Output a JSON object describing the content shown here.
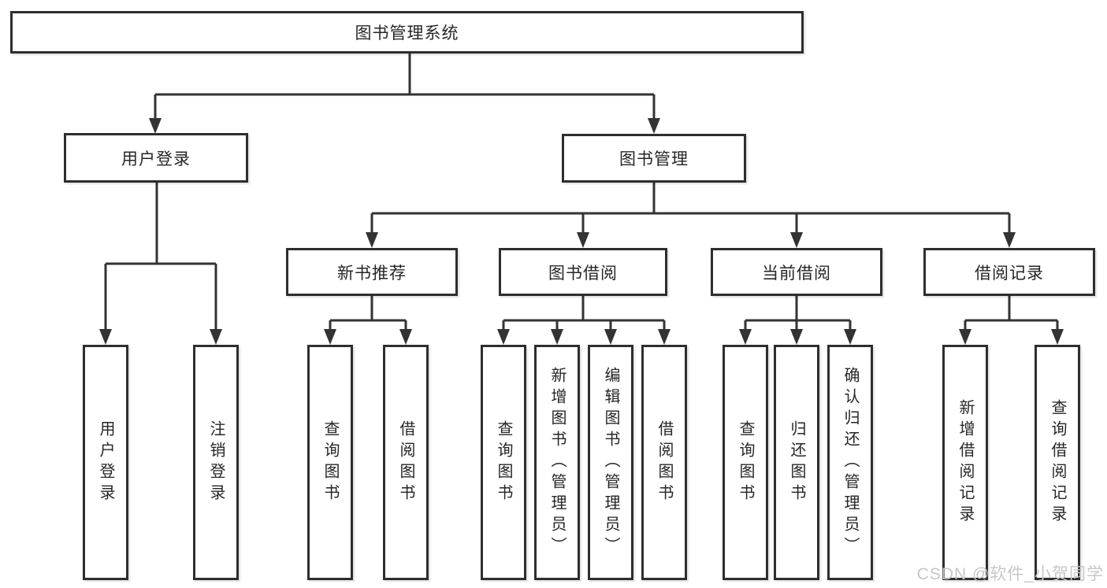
{
  "diagram": {
    "root": {
      "label": "图书管理系统"
    },
    "level2": [
      {
        "label": "用户登录"
      },
      {
        "label": "图书管理"
      }
    ],
    "level3": [
      {
        "label": "新书推荐"
      },
      {
        "label": "图书借阅"
      },
      {
        "label": "当前借阅"
      },
      {
        "label": "借阅记录"
      }
    ],
    "leaves_login": [
      {
        "label": "用户登录"
      },
      {
        "label": "注销登录"
      }
    ],
    "leaves_recommend": [
      {
        "label": "查询图书"
      },
      {
        "label": "借阅图书"
      }
    ],
    "leaves_borrow": [
      {
        "label": "查询图书"
      },
      {
        "label": "新增图书（管理员）"
      },
      {
        "label": "编辑图书（管理员）"
      },
      {
        "label": "借阅图书"
      }
    ],
    "leaves_current": [
      {
        "label": "查询图书"
      },
      {
        "label": "归还图书"
      },
      {
        "label": "确认归还（管理员）"
      }
    ],
    "leaves_records": [
      {
        "label": "新增借阅记录"
      },
      {
        "label": "查询借阅记录"
      }
    ]
  },
  "watermark": {
    "text": "CSDN @软件_小贺同学"
  },
  "colors": {
    "line": "#333333",
    "box_border": "#2e2e2e",
    "box_fill": "#ffffff",
    "text": "#262626",
    "watermark": "#c7c7cb"
  }
}
